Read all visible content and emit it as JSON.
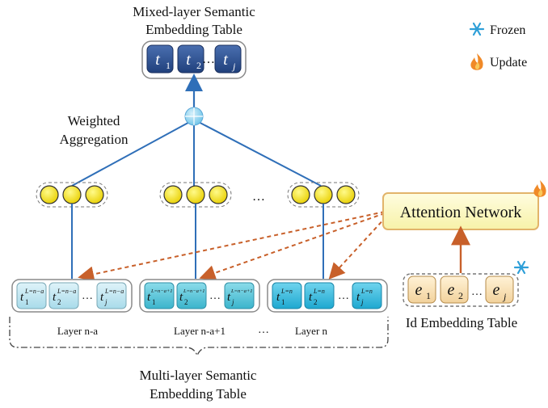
{
  "legend": {
    "frozen_label": "Frozen",
    "update_label": "Update",
    "frozen_icon": "snowflake-icon",
    "update_icon": "flame-icon"
  },
  "mixed_table": {
    "title_line1": "Mixed-layer Semantic",
    "title_line2": "Embedding Table",
    "tokens": [
      {
        "base": "t",
        "sub": "1"
      },
      {
        "base": "t",
        "sub": "2"
      },
      {
        "base": "t",
        "sub": "j"
      }
    ]
  },
  "aggregation": {
    "label_line1": "Weighted",
    "label_line2": "Aggregation"
  },
  "attention": {
    "label": "Attention Network"
  },
  "id_table": {
    "label": "Id Embedding Table",
    "tokens": [
      {
        "base": "e",
        "sub": "1"
      },
      {
        "base": "e",
        "sub": "2"
      },
      {
        "base": "e",
        "sub": "j"
      }
    ]
  },
  "layers": [
    {
      "label": "Layer n-a",
      "sup": "L=n−a",
      "tokens": [
        {
          "sub": "1"
        },
        {
          "sub": "2"
        },
        {
          "sub": "j"
        }
      ]
    },
    {
      "label": "Layer n-a+1",
      "sup": "L=n−a+1",
      "tokens": [
        {
          "sub": "1"
        },
        {
          "sub": "2"
        },
        {
          "sub": "j"
        }
      ]
    },
    {
      "label": "Layer n",
      "sup": "L=n",
      "tokens": [
        {
          "sub": "1"
        },
        {
          "sub": "2"
        },
        {
          "sub": "j"
        }
      ]
    }
  ],
  "ellipsis": "…",
  "multi_table": {
    "title_line1": "Multi-layer Semantic",
    "title_line2": "Embedding Table"
  },
  "colors": {
    "dark_token": "#2b4c8c",
    "layer1_token": "#b5e1ee",
    "layer2_token": "#52c3d8",
    "layer3_token": "#2fb6d8",
    "id_token": "#f8dfb5",
    "yellow_node": "#f7e400",
    "blue_line": "#2f6fb8",
    "orange_arrow": "#c8602a",
    "attention_fill": "#fdfbc4"
  }
}
